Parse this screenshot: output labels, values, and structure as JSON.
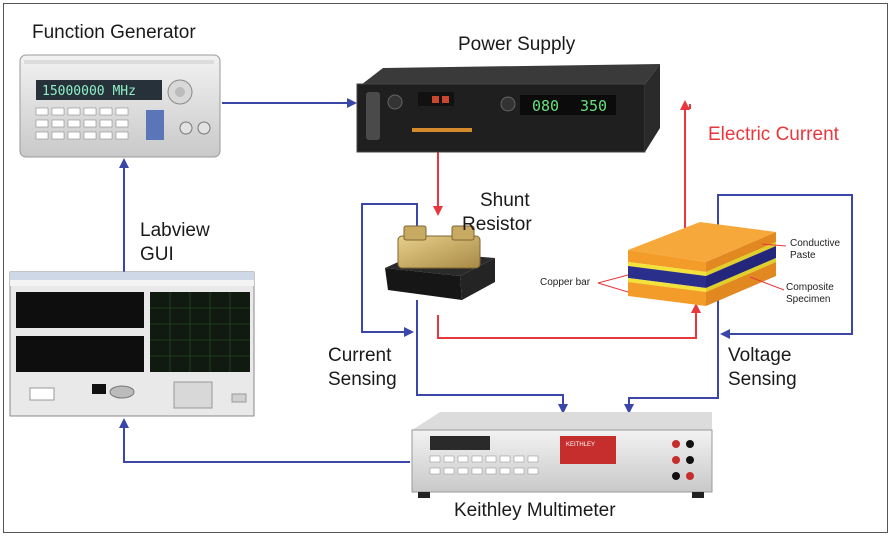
{
  "devices": {
    "function_generator": {
      "title": "Function Generator",
      "display": "15000000 MHz"
    },
    "power_supply": {
      "title": "Power Supply",
      "display_a": "080",
      "display_b": "350"
    },
    "shunt_resistor": {
      "title_line1": "Shunt",
      "title_line2": "Resistor"
    },
    "labview": {
      "title_line1": "Labview",
      "title_line2": "GUI"
    },
    "multimeter": {
      "title": "Keithley Multimeter",
      "brand": "KEITHLEY"
    },
    "specimen": {
      "copper_bar": "Copper bar",
      "conductive_line1": "Conductive",
      "conductive_line2": "Paste",
      "composite_line1": "Composite",
      "composite_line2": "Specimen"
    }
  },
  "labels": {
    "electric_current": "Electric Current",
    "current_sensing_line1": "Current",
    "current_sensing_line2": "Sensing",
    "voltage_sensing_line1": "Voltage",
    "voltage_sensing_line2": "Sensing"
  },
  "colors": {
    "blue_wire": "#3a46a8",
    "red_wire": "#e8383d",
    "orange_specimen": "#f39c2a",
    "navy_layer": "#2b2f8c",
    "yellow_layer": "#f2e23a"
  }
}
